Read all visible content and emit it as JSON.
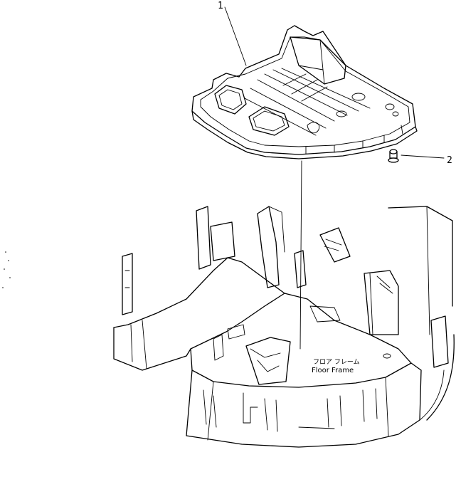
{
  "callouts": [
    {
      "number": "1",
      "part": "floor plate"
    },
    {
      "number": "2",
      "part": "plug"
    }
  ],
  "frame_label": {
    "japanese": "フロア フレーム",
    "english": "Floor Frame"
  }
}
